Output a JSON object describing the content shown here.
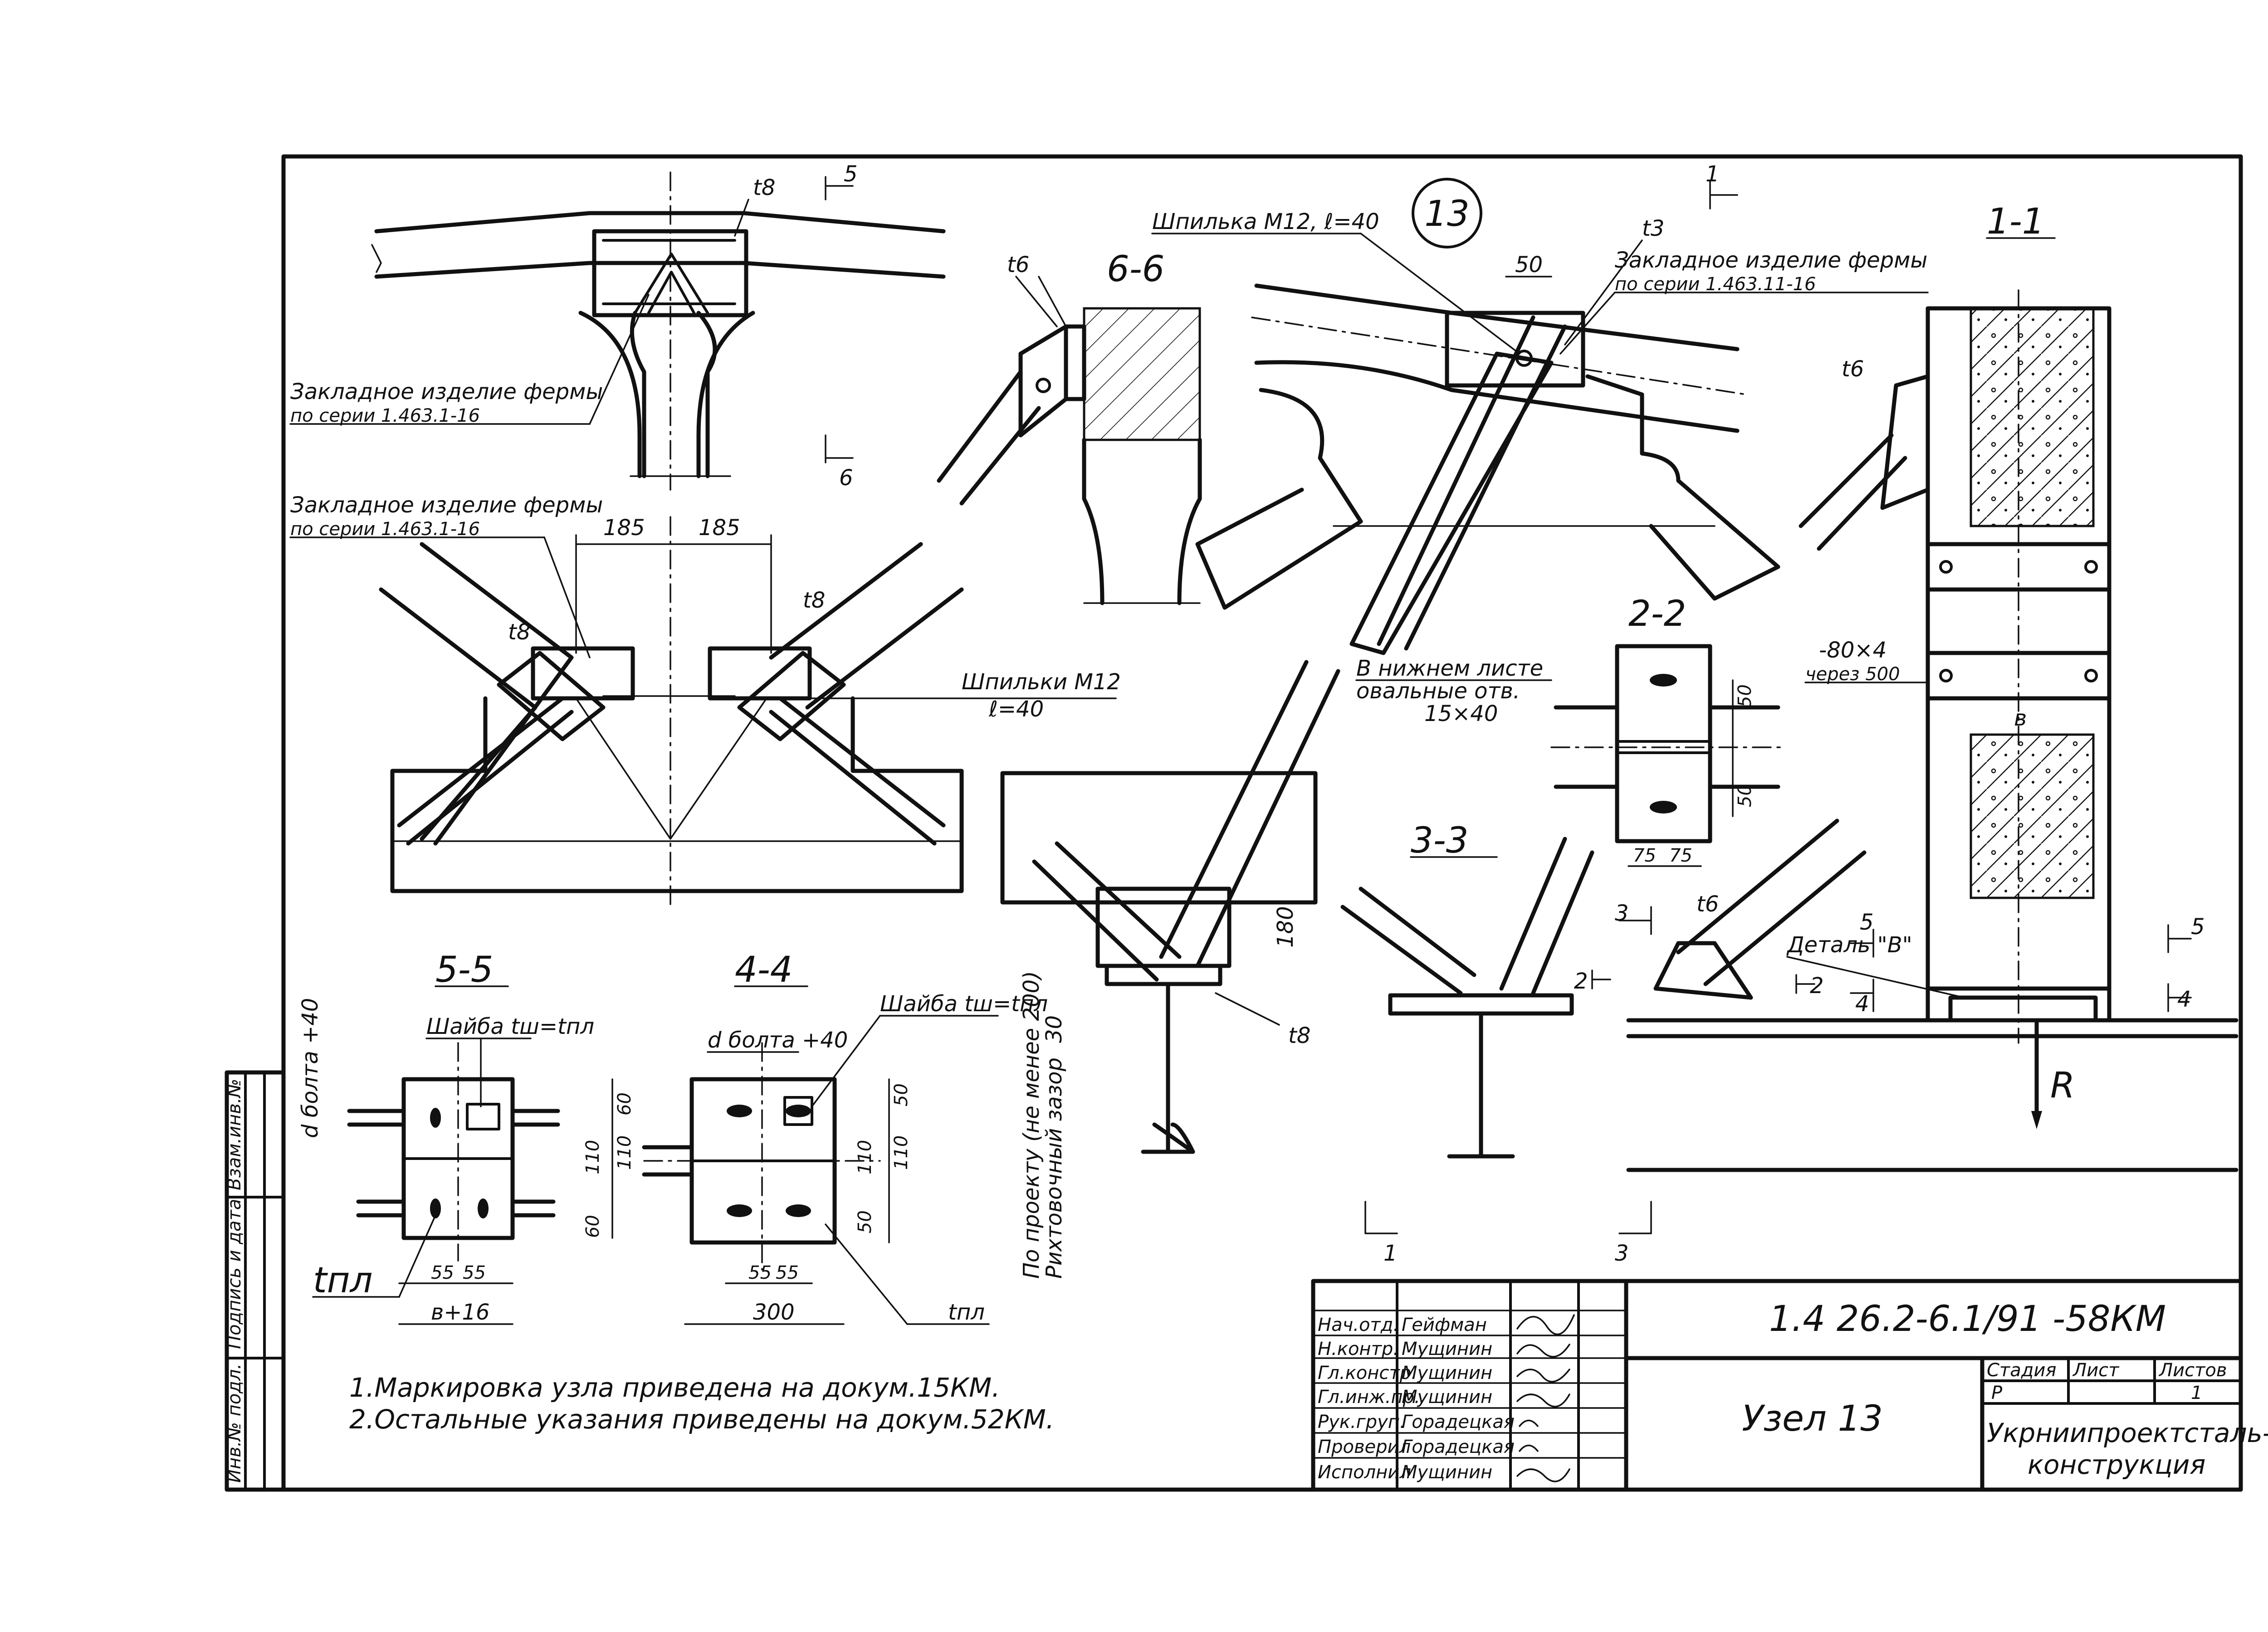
{
  "sheet": {
    "node_number": "13",
    "document_code": "1.4 26.2-6.1/91  -58КМ",
    "node_title": "Узел 13",
    "organization": "Укрниипроектсталь-\nконструкция",
    "organization_line1": "Укрниипроектсталь-",
    "organization_line2": "конструкция",
    "stage_header": "Стадия",
    "sheet_header": "Лист",
    "sheets_header": "Листов",
    "stage_value": "Р",
    "sheet_value": "",
    "sheets_value": "1"
  },
  "signatures": [
    {
      "role": "Нач.отд.",
      "name": "Гейфман"
    },
    {
      "role": "Н.контр.",
      "name": "Мущинин"
    },
    {
      "role": "Гл.констр.",
      "name": "Мущинин"
    },
    {
      "role": "Гл.инж.пр.",
      "name": "Мущинин"
    },
    {
      "role": "Рук.груп.",
      "name": "Горадецкая"
    },
    {
      "role": "Проверил",
      "name": "Горадецкая"
    },
    {
      "role": "Исполнил",
      "name": "Мущинин"
    }
  ],
  "side_stamp": {
    "col1": "Инв.№ подл.",
    "col2": "Подпись и дата",
    "col3": "Взам.инв.№"
  },
  "notes": [
    "1.Маркировка узла приведена на докум.15КМ.",
    "2.Остальные указания приведены на докум.52КМ."
  ],
  "sections": {
    "s1": "1-1",
    "s2": "2-2",
    "s3": "3-3",
    "s4": "4-4",
    "s5": "5-5",
    "s6": "6-6"
  },
  "labels": {
    "embed_1": "Закладное изделие фермы",
    "embed_1_series": "по серии 1.463.1-16",
    "embed_2": "Закладное изделие фермы",
    "embed_2_series": "по серии 1.463.1-16",
    "embed_3": "Закладное изделие фермы",
    "embed_3_series": "по серии 1.463.11-16",
    "stud_single": "Шпилька М12, ℓ=40",
    "studs": "Шпильки М12",
    "studs_len": "ℓ=40",
    "oval_1": "В нижнем листе",
    "oval_2": "овальные отв.",
    "oval_3": "15×40",
    "washer_55": "Шайба tш=tпл",
    "washer_44": "Шайба tш=tпл",
    "bolt_d_44": "d болта +40",
    "bolt_d_55": "d болта +40",
    "tpl": "tпл",
    "strip": "-80×4",
    "strip_step": "через 500",
    "detail": "Деталь \"В\"",
    "reaction": "R",
    "dim_b": "в",
    "design_1": "По проекту (не менее 200)",
    "design_2": "Рихтовочный зазор",
    "t8": "t8",
    "t6": "t6",
    "t3": "t3"
  },
  "dims": {
    "d185": "185",
    "d50": "50",
    "d180": "180",
    "d30": "30",
    "d75": "75",
    "d55": "55",
    "d110": "110",
    "d60": "60",
    "d300": "300",
    "b16": "в+16",
    "d50r": "50"
  },
  "markers": {
    "m1": "1",
    "m2": "2",
    "m3": "3",
    "m4": "4",
    "m5": "5",
    "m6": "6"
  }
}
